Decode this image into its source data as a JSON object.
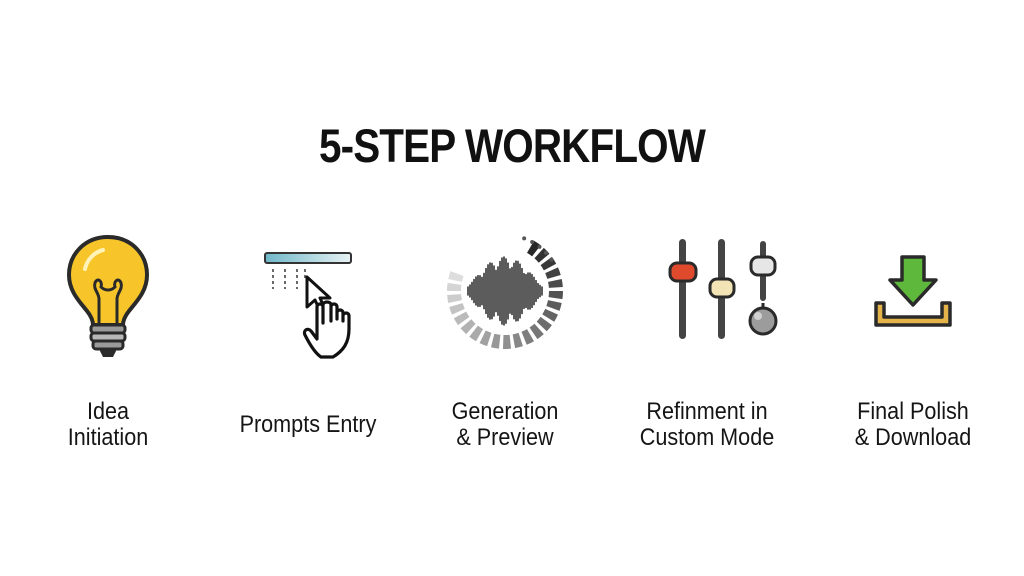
{
  "title": "5-STEP WORKFLOW",
  "steps": [
    {
      "icon": "light-bulb-icon",
      "lines": [
        "Idea",
        "Initiation"
      ]
    },
    {
      "icon": "text-input-cursor-hand-icon",
      "lines": [
        "Prompts Entry",
        ""
      ]
    },
    {
      "icon": "waveform-loading-icon",
      "lines": [
        "Generation",
        "& Preview"
      ]
    },
    {
      "icon": "mixer-sliders-icon",
      "lines": [
        "Refinment in",
        "Custom Mode"
      ]
    },
    {
      "icon": "download-tray-icon",
      "lines": [
        "Final Polish",
        "& Download"
      ]
    }
  ],
  "colors": {
    "bulb": "#F7C52A",
    "accent_red": "#E04A2C",
    "accent_green": "#5DB83C",
    "tray": "#E4B34A",
    "outline": "#2A2A2A"
  }
}
